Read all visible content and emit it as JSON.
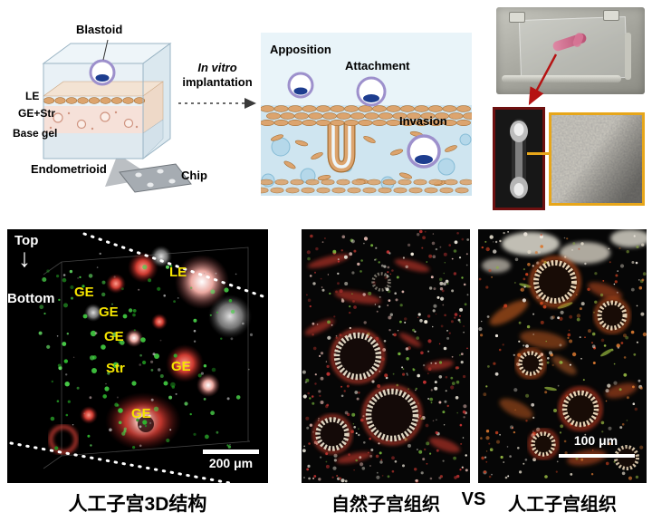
{
  "colors": {
    "label_yellow": "#f5e400",
    "inset_red_border": "#6e1010",
    "inset_yellow_border": "#e7a61a",
    "blastoid_ring": "#9d90cc",
    "blastoid_icm": "#1d3d8f",
    "schematic_bg": "#cfe5f0"
  },
  "top": {
    "device_schematic": {
      "blastoid": "Blastoid",
      "le": "LE",
      "ge_str": "GE+Str",
      "base_gel": "Base gel",
      "endometrioid": "Endometrioid",
      "chip": "Chip"
    },
    "transition": {
      "line1": "In vitro",
      "line2": "implantation"
    },
    "implantation": {
      "apposition": "Apposition",
      "attachment": "Attachment",
      "invasion": "Invasion"
    }
  },
  "confocal": {
    "top": "Top",
    "arrow": "↓",
    "bottom": "Bottom",
    "le": "LE",
    "ge": [
      "GE",
      "GE",
      "GE",
      "GE",
      "GE"
    ],
    "str": "Str",
    "scale_bar": "200 μm"
  },
  "histology": {
    "scale_bar": "100 μm"
  },
  "captions": {
    "left": "人工子宫3D结构",
    "middle": "自然子宫组织",
    "vs": "VS",
    "right": "人工子宫组织"
  }
}
